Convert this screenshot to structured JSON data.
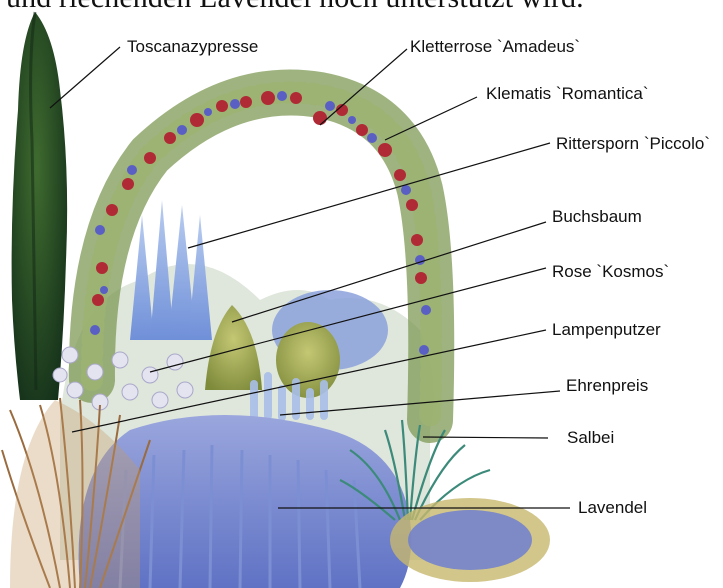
{
  "heading": "und riechenden Lavendel noch unterstützt wird.",
  "labels": [
    {
      "id": "toscanazypresse",
      "text": "Toscanazypresse"
    },
    {
      "id": "kletterrose",
      "text": "Kletterrose `Amadeus`"
    },
    {
      "id": "klematis",
      "text": "Klematis `Romantica`"
    },
    {
      "id": "rittersporn",
      "text": "Rittersporn `Piccolo`"
    },
    {
      "id": "buchsbaum",
      "text": "Buchsbaum"
    },
    {
      "id": "rose",
      "text": "Rose `Kosmos`"
    },
    {
      "id": "lampenputzer",
      "text": "Lampenputzer"
    },
    {
      "id": "ehrenpreis",
      "text": "Ehrenpreis"
    },
    {
      "id": "salbei",
      "text": "Salbei"
    },
    {
      "id": "lavendel",
      "text": "Lavendel"
    }
  ]
}
